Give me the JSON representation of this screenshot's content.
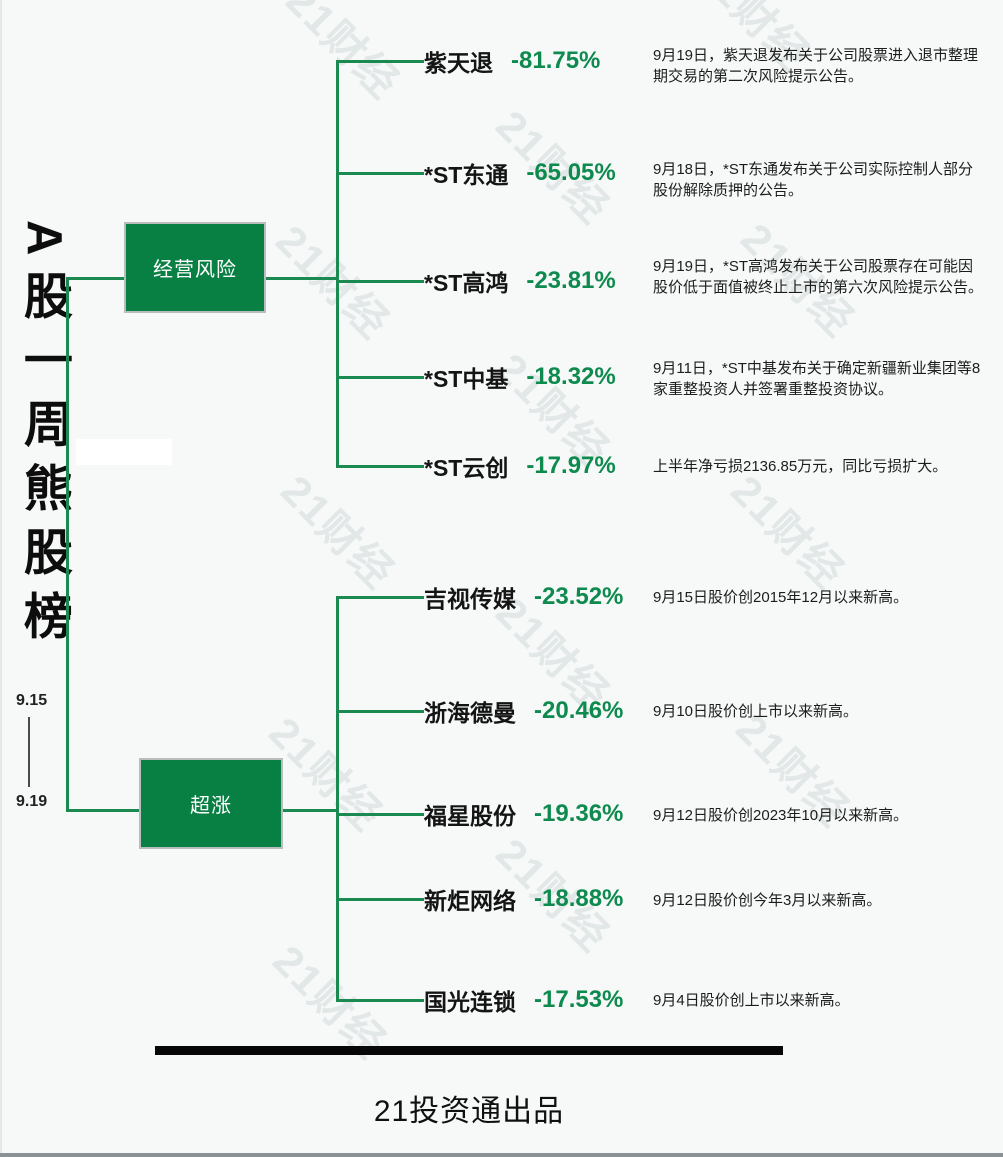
{
  "poster": {
    "title_vertical": "A股一周熊股榜",
    "date_range": {
      "start": "9.15",
      "end": "9.19"
    },
    "watermark_text": "21财经",
    "footer_credit": "21投资通出品"
  },
  "groups": [
    {
      "label": "经营风险",
      "entries": [
        {
          "name": "紫天退",
          "change": "-81.75%",
          "note": "9月19日，紫天退发布关于公司股票进入退市整理期交易的第二次风险提示公告。"
        },
        {
          "name": "*ST东通",
          "change": "-65.05%",
          "note": "9月18日，*ST东通发布关于公司实际控制人部分股份解除质押的公告。"
        },
        {
          "name": "*ST高鸿",
          "change": "-23.81%",
          "note": "9月19日，*ST高鸿发布关于公司股票存在可能因股价低于面值被终止上市的第六次风险提示公告。"
        },
        {
          "name": "*ST中基",
          "change": "-18.32%",
          "note": "9月11日，*ST中基发布关于确定新疆新业集团等8家重整投资人并签署重整投资协议。"
        },
        {
          "name": "*ST云创",
          "change": "-17.97%",
          "note": "上半年净亏损2136.85万元，同比亏损扩大。"
        }
      ]
    },
    {
      "label": "超涨",
      "entries": [
        {
          "name": "吉视传媒",
          "change": "-23.52%",
          "note": "9月15日股价创2015年12月以来新高。"
        },
        {
          "name": "浙海德曼",
          "change": "-20.46%",
          "note": "9月10日股价创上市以来新高。"
        },
        {
          "name": "福星股份",
          "change": "-19.36%",
          "note": "9月12日股价创2023年10月以来新高。"
        },
        {
          "name": "新炬网络",
          "change": "-18.88%",
          "note": "9月12日股价创今年3月以来新高。"
        },
        {
          "name": "国光连锁",
          "change": "-17.53%",
          "note": "9月4日股价创上市以来新高。"
        }
      ]
    }
  ],
  "colors": {
    "background": "#f6f9f8",
    "green_line": "#1a8a50",
    "green_box": "#087f43",
    "green_percent": "#0e8a4e"
  }
}
